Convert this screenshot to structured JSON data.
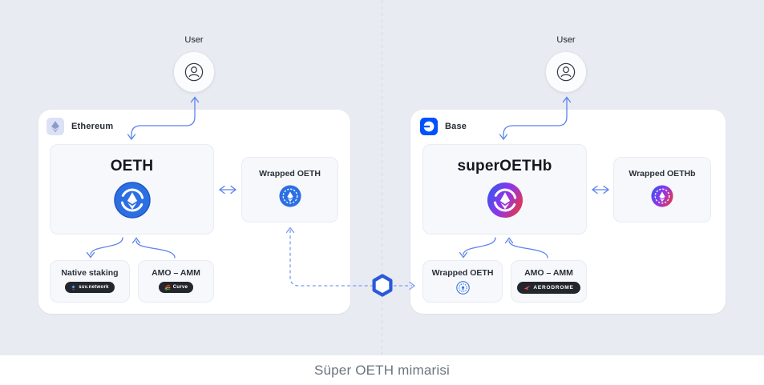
{
  "caption": "Süper OETH mimarisi",
  "left": {
    "network_label": "Ethereum",
    "user_label": "User",
    "main_title": "OETH",
    "wrapped_title": "Wrapped OETH",
    "native_staking": {
      "title": "Native staking",
      "badge": "ssv.network"
    },
    "amo": {
      "title": "AMO – AMM",
      "badge": "Curve"
    }
  },
  "right": {
    "network_label": "Base",
    "user_label": "User",
    "main_title": "superOETHb",
    "wrapped_title": "Wrapped OETHb",
    "wrapped_oeth": {
      "title": "Wrapped OETH"
    },
    "amo": {
      "title": "AMO – AMM",
      "badge": "AERODROME"
    }
  },
  "bridge": {
    "icon": "chainlink-hexagon"
  },
  "colors": {
    "background": "#e9ebf2",
    "panel": "#ffffff",
    "arrow_blue": "#5b82ee",
    "bridge_blue": "#7d9df4",
    "oeth_blue": "#2b6fe3",
    "base_blue": "#0052ff",
    "chainlink_blue": "#2a5ada",
    "super_oeth_gradient": [
      "#3a55ee",
      "#9333ea",
      "#e8393f"
    ],
    "pill_dark": "#23262c",
    "caption_gray": "#6d7480"
  }
}
